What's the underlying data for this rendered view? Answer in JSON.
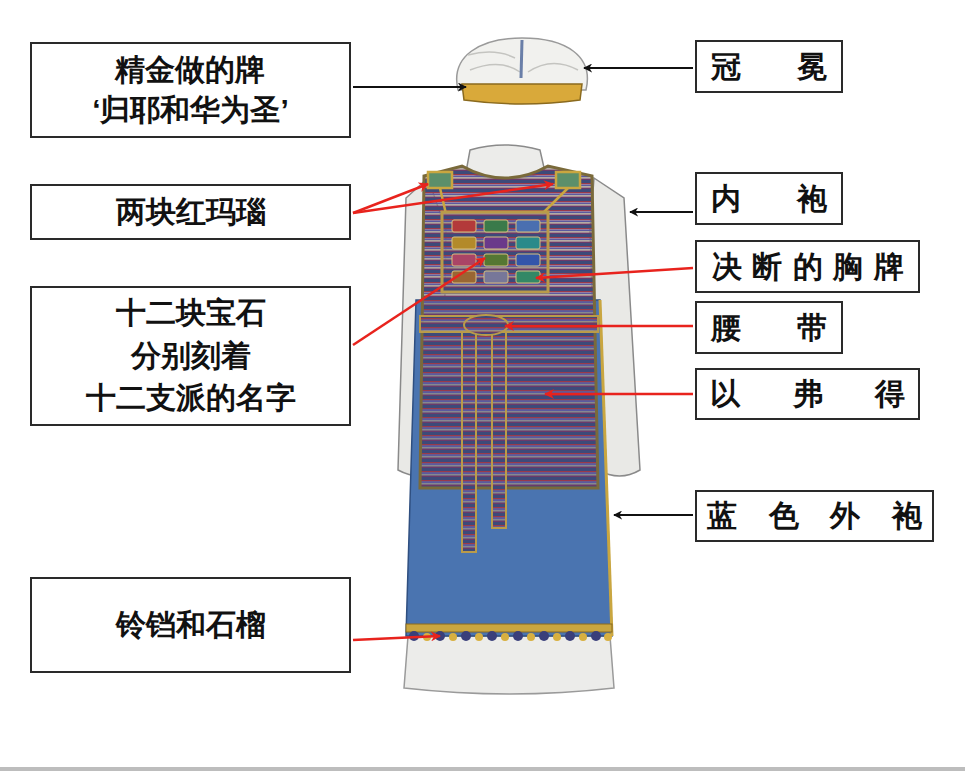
{
  "diagram": {
    "nodes": [
      {
        "text": [
          "精金做的牌 ‘归耶和华为圣’"
        ]
      },
      {
        "text": [
          "冠冕"
        ]
      },
      {
        "text": [
          "两块红玛瑙"
        ]
      },
      {
        "text": [
          "内袍"
        ]
      },
      {
        "text": [
          "决断的胸牌"
        ]
      },
      {
        "text": [
          "十二块宝石 分别刻着 十二支派的名字"
        ]
      },
      {
        "text": [
          "腰带"
        ]
      },
      {
        "text": [
          "以弗得"
        ]
      },
      {
        "text": [
          "蓝色外袍"
        ]
      },
      {
        "text": [
          "铃铛和石榴"
        ]
      }
    ]
  }
}
